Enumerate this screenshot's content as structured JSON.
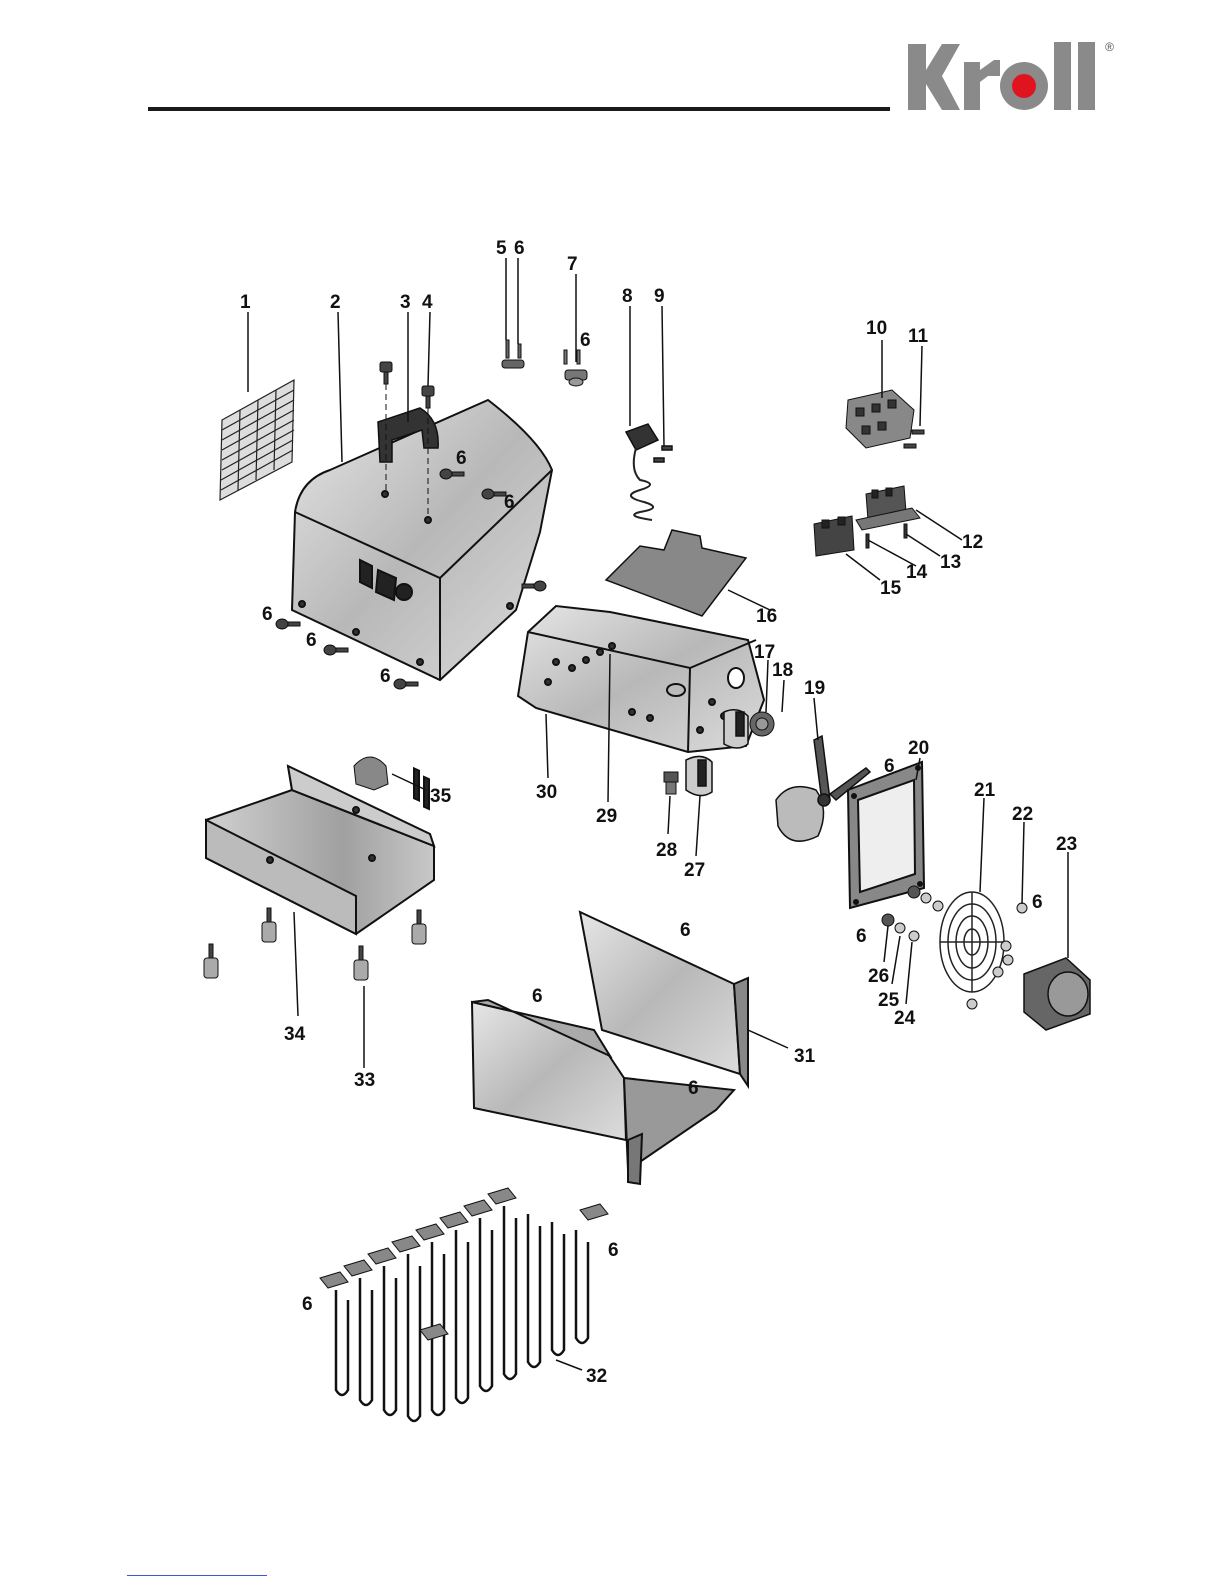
{
  "brand": {
    "logo_text": "kroll",
    "registered_mark": "®",
    "brand_color": "#8a8a8a",
    "accent_dot_color": "#e0141e"
  },
  "diagram": {
    "type": "exploded-parts-view",
    "callouts": [
      {
        "id": "c1",
        "text": "1"
      },
      {
        "id": "c2",
        "text": "2"
      },
      {
        "id": "c3",
        "text": "3"
      },
      {
        "id": "c4",
        "text": "4"
      },
      {
        "id": "c5",
        "text": "5"
      },
      {
        "id": "c5b",
        "text": "6"
      },
      {
        "id": "c7",
        "text": "7"
      },
      {
        "id": "c7b",
        "text": "6"
      },
      {
        "id": "c8",
        "text": "8"
      },
      {
        "id": "c9",
        "text": "9"
      },
      {
        "id": "c10",
        "text": "10"
      },
      {
        "id": "c11",
        "text": "11"
      },
      {
        "id": "c12",
        "text": "12"
      },
      {
        "id": "c13",
        "text": "13"
      },
      {
        "id": "c14",
        "text": "14"
      },
      {
        "id": "c15",
        "text": "15"
      },
      {
        "id": "c16",
        "text": "16"
      },
      {
        "id": "c17",
        "text": "17"
      },
      {
        "id": "c18",
        "text": "18"
      },
      {
        "id": "c19",
        "text": "19"
      },
      {
        "id": "c20",
        "text": "20"
      },
      {
        "id": "c21",
        "text": "21"
      },
      {
        "id": "c22",
        "text": "22"
      },
      {
        "id": "c23",
        "text": "23"
      },
      {
        "id": "c24",
        "text": "24"
      },
      {
        "id": "c25",
        "text": "25"
      },
      {
        "id": "c26",
        "text": "26"
      },
      {
        "id": "c27",
        "text": "27"
      },
      {
        "id": "c28",
        "text": "28"
      },
      {
        "id": "c29",
        "text": "29"
      },
      {
        "id": "c30",
        "text": "30"
      },
      {
        "id": "c31",
        "text": "31"
      },
      {
        "id": "c32",
        "text": "32"
      },
      {
        "id": "c33",
        "text": "33"
      },
      {
        "id": "c34",
        "text": "34"
      },
      {
        "id": "c35",
        "text": "35"
      },
      {
        "id": "s1",
        "text": "6"
      },
      {
        "id": "s2",
        "text": "6"
      },
      {
        "id": "s3",
        "text": "6"
      },
      {
        "id": "s4",
        "text": "6"
      },
      {
        "id": "s5",
        "text": "6"
      },
      {
        "id": "s6",
        "text": "6"
      },
      {
        "id": "s7",
        "text": "6"
      },
      {
        "id": "s8",
        "text": "6"
      },
      {
        "id": "s9",
        "text": "6"
      },
      {
        "id": "s10",
        "text": "6"
      },
      {
        "id": "s11",
        "text": "6"
      },
      {
        "id": "s12",
        "text": "6"
      },
      {
        "id": "s13",
        "text": "6"
      }
    ]
  }
}
